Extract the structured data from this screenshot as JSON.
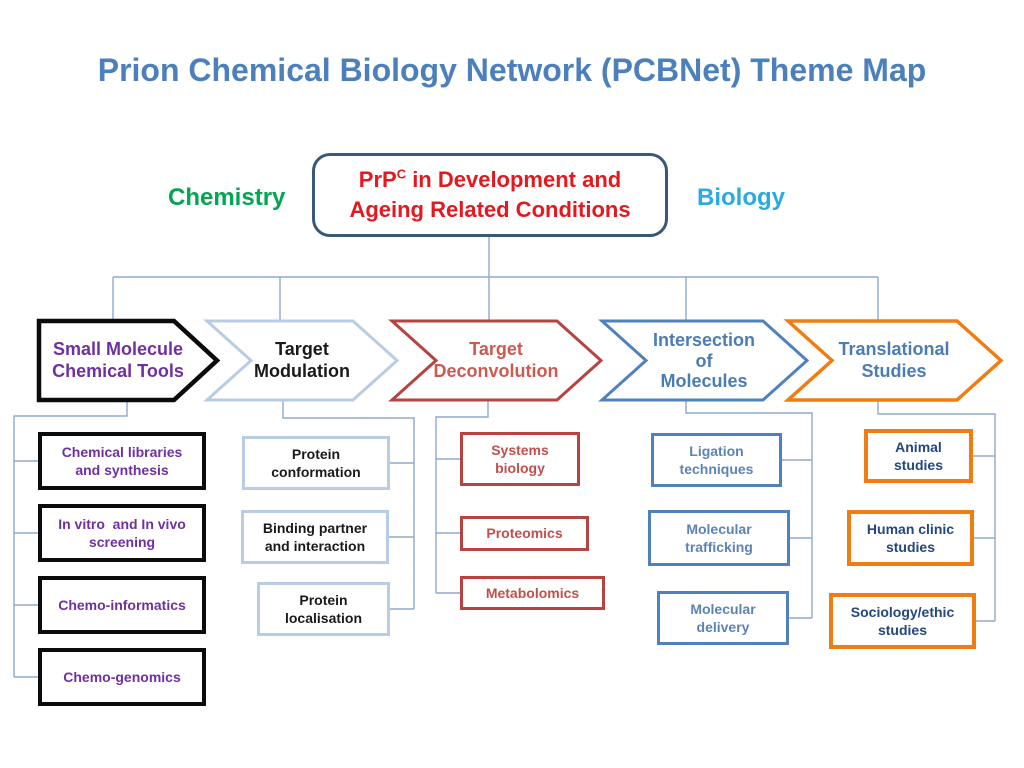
{
  "slide": {
    "title": "Prion Chemical Biology Network (PCBNet) Theme Map"
  },
  "discipline_labels": {
    "chemistry": "Chemistry",
    "biology": "Biology"
  },
  "root_node": {
    "pre": "PrP",
    "sup": "C",
    "post": " in Development and",
    "line2": "Ageing Related Conditions"
  },
  "themes": [
    {
      "label": "Small Molecule\nChemical Tools",
      "border_color": "#0B0B0B",
      "text_color": "#7030A0",
      "children": [
        {
          "label": "Chemical libraries\nand synthesis"
        },
        {
          "label": "In vitro  and In vivo\nscreening"
        },
        {
          "label": "Chemo-informatics"
        },
        {
          "label": "Chemo-genomics"
        }
      ]
    },
    {
      "label": "Target\nModulation",
      "border_color": "#B8CCE4",
      "text_color": "#1A1A1A",
      "children": [
        {
          "label": "Protein\nconformation"
        },
        {
          "label": "Binding partner\nand interaction"
        },
        {
          "label": "Protein\nlocalisation"
        }
      ]
    },
    {
      "label": "Target\nDeconvolution",
      "border_color": "#B5433F",
      "text_color": "#CD5A50",
      "children": [
        {
          "label": "Systems\nbiology"
        },
        {
          "label": "Proteomics"
        },
        {
          "label": "Metabolomics"
        }
      ]
    },
    {
      "label": "Intersection\nof\nMolecules",
      "border_color": "#4F81BD",
      "text_color": "#4B7CB4",
      "children": [
        {
          "label": "Ligation\ntechniques"
        },
        {
          "label": "Molecular\ntrafficking"
        },
        {
          "label": "Molecular\ndelivery"
        }
      ]
    },
    {
      "label": "Translational\nStudies",
      "border_color": "#EF7D12",
      "text_color": "#4B7CB4",
      "children": [
        {
          "label": "Animal\nstudies"
        },
        {
          "label": "Human clinic\nstudies"
        },
        {
          "label": "Sociology/ethic\nstudies"
        }
      ]
    }
  ],
  "colors": {
    "title": "#4C80BC",
    "root_border": "#3A5877",
    "root_text": "#E4191F",
    "chemistry_label": "#00A651",
    "biology_label": "#29ABE2",
    "connector": "#8FA9CE"
  }
}
